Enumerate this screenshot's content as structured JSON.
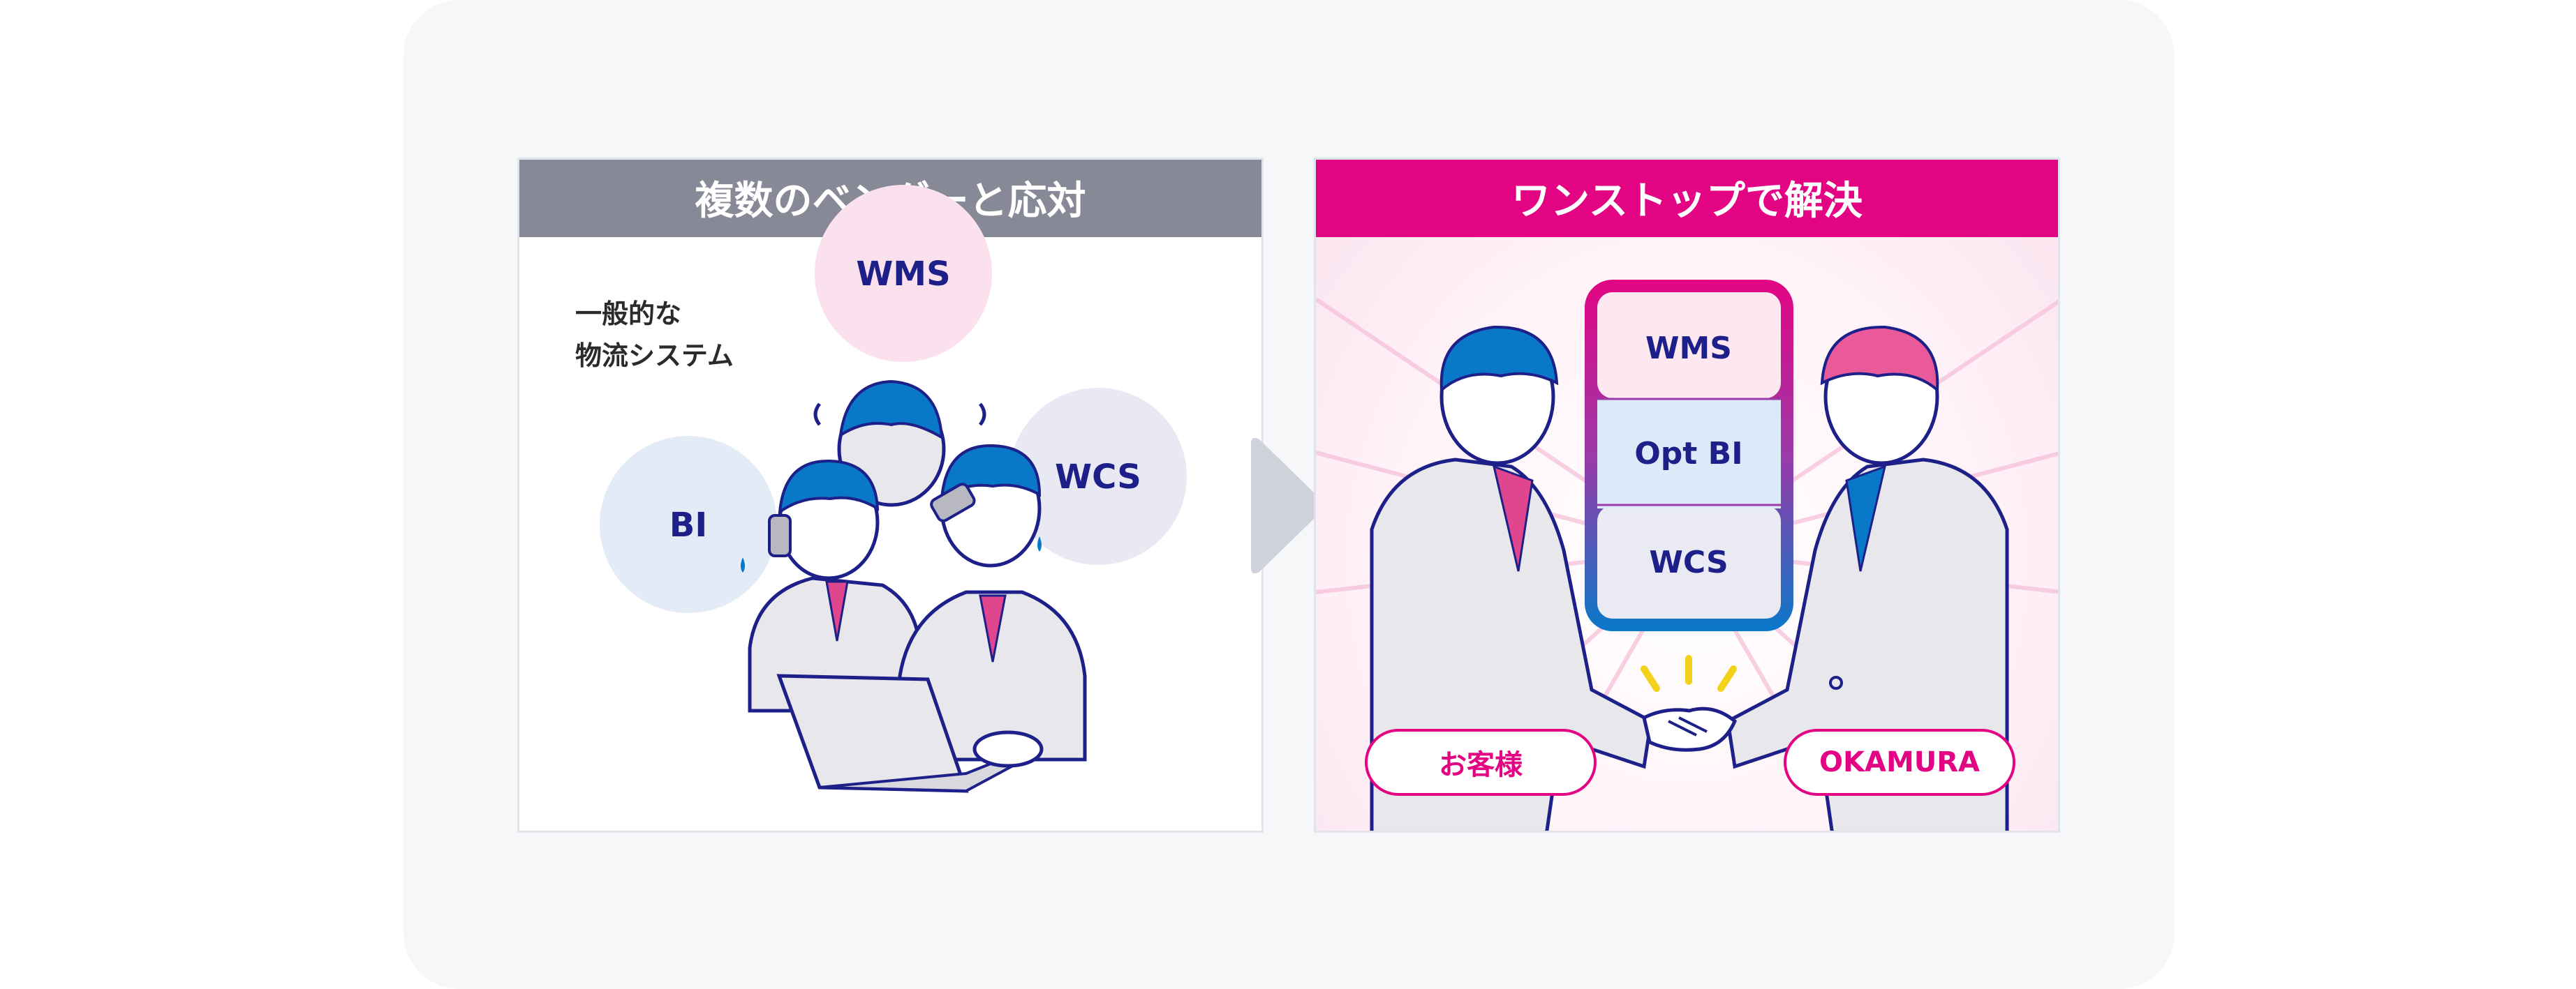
{
  "left_panel": {
    "title": "複数のベンダーと応対",
    "note_line1": "一般的な",
    "note_line2": "物流システム",
    "bubbles": [
      "WMS",
      "WCS",
      "BI"
    ]
  },
  "right_panel": {
    "title": "ワンストップで解決",
    "stack": [
      "WMS",
      "Opt BI",
      "WCS"
    ],
    "customer_label": "お客様",
    "company_label": "OKAMURA"
  },
  "colors": {
    "brand_magenta": "#e20483",
    "navy": "#1d2088",
    "gray_header": "#878996",
    "hair_blue": "#0a78c8",
    "hair_pink": "#ea5a9a"
  },
  "icons": [
    "flow-arrow-icon",
    "handshake-icon",
    "spark-icon"
  ]
}
